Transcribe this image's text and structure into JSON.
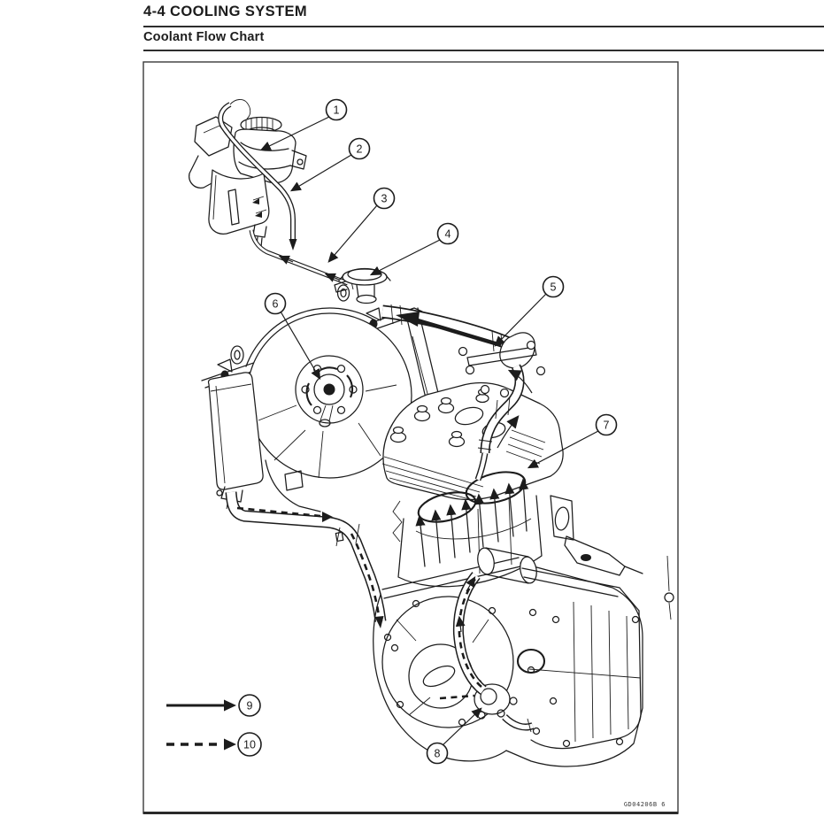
{
  "page": {
    "section_title": "4-4 COOLING SYSTEM",
    "figure_title": "Coolant Flow Chart",
    "figure_code": "GD04206B  6"
  },
  "figure": {
    "callouts": [
      {
        "number": "1"
      },
      {
        "number": "2"
      },
      {
        "number": "3"
      },
      {
        "number": "4"
      },
      {
        "number": "5"
      },
      {
        "number": "6"
      },
      {
        "number": "7"
      },
      {
        "number": "8"
      }
    ],
    "legend": [
      {
        "number": "9",
        "line_style": "solid"
      },
      {
        "number": "10",
        "line_style": "dashed"
      }
    ]
  },
  "colors": {
    "ink": "#1c1c1c",
    "paper": "#ffffff",
    "rule": "#2e2e2e"
  }
}
